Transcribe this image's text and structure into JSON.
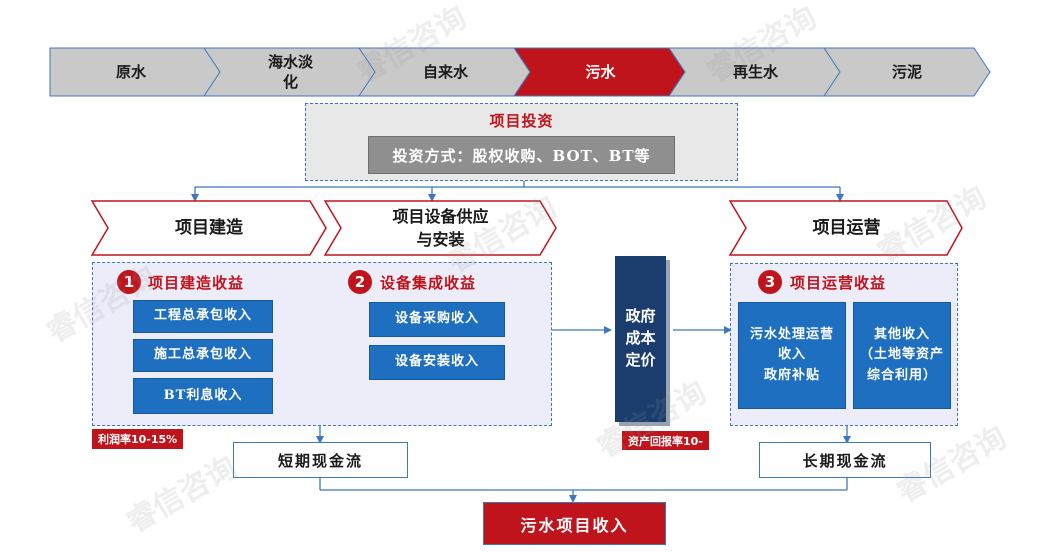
{
  "value_chain": [
    {
      "label": "原水",
      "active": false
    },
    {
      "label": "海水淡\n化",
      "active": false
    },
    {
      "label": "自来水",
      "active": false
    },
    {
      "label": "污水",
      "active": true
    },
    {
      "label": "再生水",
      "active": false
    },
    {
      "label": "污泥",
      "active": false
    }
  ],
  "investment": {
    "title": "项目投资",
    "method": "投资方式：股权收购、BOT、BT等"
  },
  "phases": {
    "construction": "项目建造",
    "equipment": "项目设备供应\n与安装",
    "operation": "项目运营"
  },
  "construction_income": {
    "number": "1",
    "title": "项目建造收益",
    "items": [
      "工程总承包收入",
      "施工总承包收入",
      "BT利息收入"
    ]
  },
  "equipment_income": {
    "number": "2",
    "title": "设备集成收益",
    "items": [
      "设备采购收入",
      "设备安装收入"
    ]
  },
  "operation_income": {
    "number": "3",
    "title": "项目运营收益",
    "items": [
      "污水处理运营\n收入\n政府补贴",
      "其他收入\n（土地等资产\n综合利用）"
    ]
  },
  "government_pricing": "政府\n成本\n定价",
  "profit_margin": "利润率10-15%",
  "asset_return": "资产回报率10-",
  "short_cash_flow": "短期现金流",
  "long_cash_flow": "长期现金流",
  "sewage_income": "污水项目收入",
  "watermark": "睿信咨询",
  "colors": {
    "accent_red": "#c0141c",
    "blue": "#1f6fc0",
    "navy": "#1b3d6e",
    "chevron_gray": "#c9c9c9"
  }
}
